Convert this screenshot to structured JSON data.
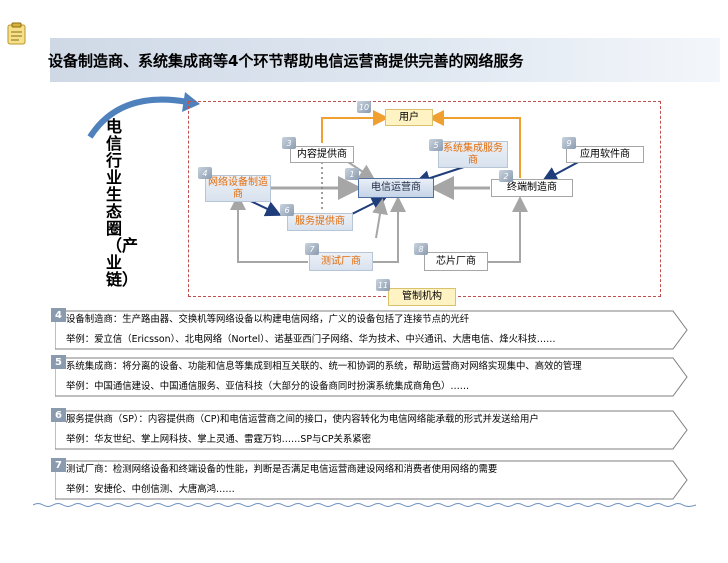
{
  "title": "设备制造商、系统集成商等4个环节帮助电信运营商提供完善的网络服务",
  "side_label": "电信行业生态圈（产业链）",
  "nodes": {
    "user": {
      "badge": "10",
      "label": "用户"
    },
    "content": {
      "badge": "3",
      "label": "内容提供商"
    },
    "integrator": {
      "badge": "5",
      "label": "系统集成服务商"
    },
    "appsw": {
      "badge": "9",
      "label": "应用软件商"
    },
    "netvendor": {
      "badge": "4",
      "label": "网络设备制造商"
    },
    "operator": {
      "badge": "1",
      "label": "电信运营商"
    },
    "terminal": {
      "badge": "2",
      "label": "终端制造商"
    },
    "sp": {
      "badge": "6",
      "label": "服务提供商"
    },
    "test": {
      "badge": "7",
      "label": "测试厂商"
    },
    "chip": {
      "badge": "8",
      "label": "芯片厂商"
    },
    "regulator": {
      "badge": "11",
      "label": "管制机构"
    }
  },
  "sections": [
    {
      "num": "4",
      "line1": "设备制造商：生产路由器、交换机等网络设备以构建电信网络，广义的设备包括了连接节点的光纤",
      "line2": "举例：爱立信（Ericsson）、北电网络（Nortel）、诺基亚西门子网络、华为技术、中兴通讯、大唐电信、烽火科技……"
    },
    {
      "num": "5",
      "line1": "系统集成商：将分离的设备、功能和信息等集成到相互关联的、统一和协调的系统，帮助运营商对网络实现集中、高效的管理",
      "line2": "举例：中国通信建设、中国通信服务、亚信科技（大部分的设备商同时扮演系统集成商角色）……"
    },
    {
      "num": "6",
      "line1": "服务提供商（SP）：内容提供商（CP)和电信运营商之间的接口，使内容转化为电信网络能承载的形式并发送给用户",
      "line2": "举例：华友世纪、掌上网科技、掌上灵通、雷霆万钧……SP与CP关系紧密"
    },
    {
      "num": "7",
      "line1": "测试厂商：检测网络设备和终端设备的性能，判断是否满足电信运营商建设网络和消费者使用网络的需要",
      "line2": "举例：安捷伦、中创信测、大唐高鸿……"
    }
  ],
  "colors": {
    "accent_orange": "#e36c0a",
    "frame_red": "#c0504d",
    "core_blue": "#1f3d7a",
    "arrow_gray": "#a6a6a6"
  }
}
